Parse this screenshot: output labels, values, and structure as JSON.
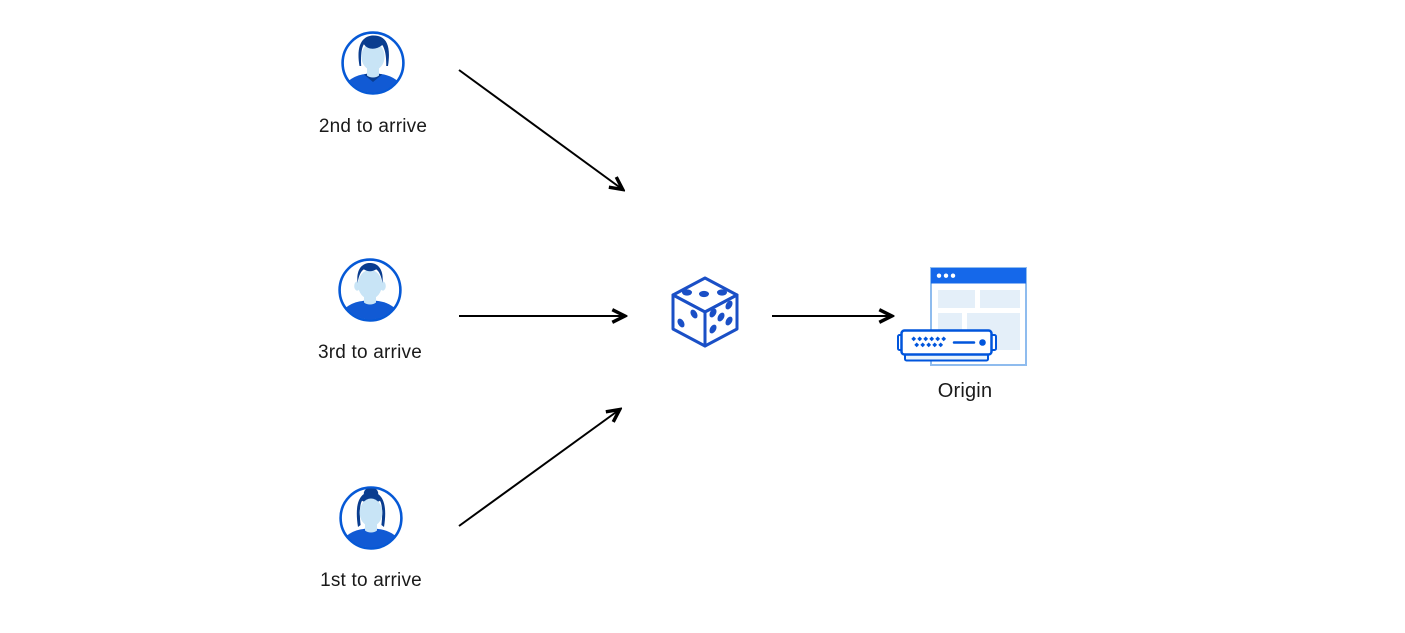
{
  "diagram": {
    "users": [
      {
        "label": "2nd to arrive",
        "avatar": "man-swept-hair"
      },
      {
        "label": "3rd to arrive",
        "avatar": "man-short-hair"
      },
      {
        "label": "1st to arrive",
        "avatar": "woman-hair-bun"
      }
    ],
    "router": {
      "icon": "dice"
    },
    "origin": {
      "label": "Origin",
      "icons": [
        "browser-window",
        "server"
      ]
    },
    "connections": [
      {
        "from": "2nd to arrive",
        "to": "dice"
      },
      {
        "from": "3rd to arrive",
        "to": "dice"
      },
      {
        "from": "1st to arrive",
        "to": "dice"
      },
      {
        "from": "dice",
        "to": "Origin"
      }
    ]
  },
  "colors": {
    "avatar_ring": "#0659D6",
    "hair_navy": "#0A3D8F",
    "skin_light": "#C8E4F6",
    "shirt_blue": "#115AD4",
    "dice_blue": "#1A4FC6",
    "titlebar_blue": "#1568EA",
    "window_border": "#8FBCEE",
    "content_block": "#E4EFF9",
    "server_blue": "#0055DC",
    "server_base": "#EAF4FC",
    "arrow_black": "#000000",
    "text_color": "#1A1A1A"
  }
}
